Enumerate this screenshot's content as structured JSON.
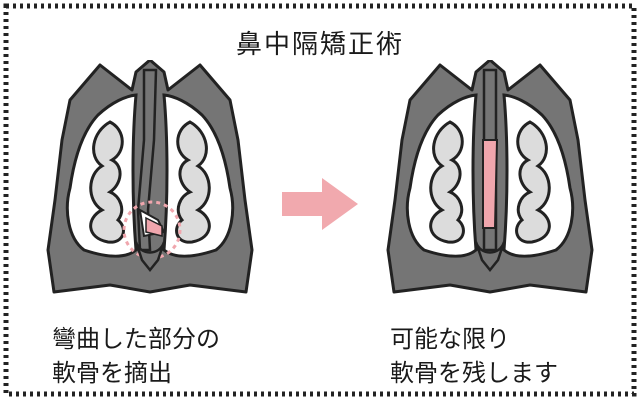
{
  "title": "鼻中隔矯正術",
  "before": {
    "caption_line1": "彎曲した部分の",
    "caption_line2": "軟骨を摘出"
  },
  "after": {
    "caption_line1": "可能な限り",
    "caption_line2": "軟骨を残します"
  },
  "colors": {
    "tissue": "#757575",
    "turbinate_fill": "#dcdcdc",
    "airway": "#ffffff",
    "outline": "#222222",
    "cartilage_highlight": "#f0a6ad",
    "arrow": "#f1a9ae"
  },
  "icons": [
    "right-arrow-icon"
  ]
}
